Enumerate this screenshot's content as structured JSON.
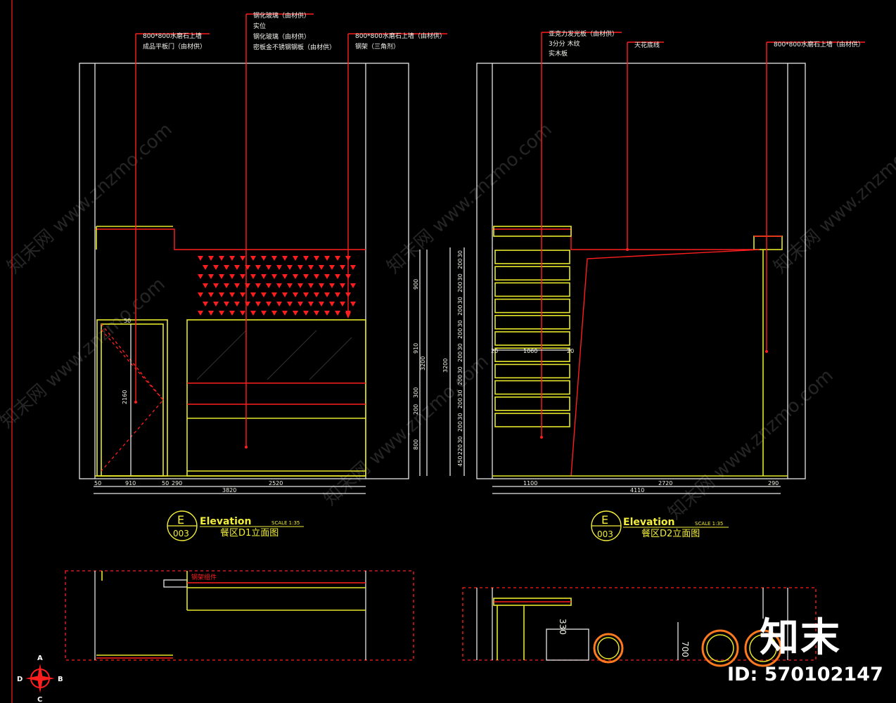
{
  "left_elevation": {
    "annotations": [
      "800*800水磨石上墙",
      "成品平板门（由材供）",
      "钢化玻璃（由材供）",
      "实位",
      "钢化玻璃（由材供）",
      "密板金不锈钢钢板（由材供）",
      "800*800水磨石上墙（由材供）",
      "钢架（三角剂）"
    ],
    "dims_horizontal": [
      "50",
      "910",
      "50",
      "290",
      "2520",
      "3820"
    ],
    "dims_vertical": [
      "900",
      "910",
      "300",
      "200",
      "800",
      "3200"
    ],
    "door_height": "2160",
    "door_top": "50",
    "label": {
      "letter": "E",
      "number": "003",
      "title": "Elevation",
      "scale": "SCALE 1:35",
      "subtitle": "餐区D1立面图"
    }
  },
  "right_elevation": {
    "annotations": [
      "亚克力发光板（由材供）",
      "3分分 木纹",
      "实木板",
      "天花底线",
      "800*800水磨石上墙（由材供）"
    ],
    "dims_horizontal": [
      "1100",
      "2720",
      "290",
      "4110"
    ],
    "shelf_dims": [
      "20",
      "1060",
      "20"
    ],
    "stack_dims": [
      "30",
      "200",
      "30",
      "200",
      "30",
      "200",
      "30",
      "200",
      "30",
      "200",
      "30",
      "200",
      "30",
      "200",
      "30",
      "200",
      "30",
      "220",
      "450"
    ],
    "total_height": "3200",
    "label": {
      "letter": "E",
      "number": "003",
      "title": "Elevation",
      "scale": "SCALE 1:35",
      "subtitle": "餐区D2立面图"
    }
  },
  "plan": {
    "text_red": "钢架组件",
    "dim_330": "330",
    "dim_700": "700"
  },
  "compass": [
    "A",
    "B",
    "C",
    "D"
  ],
  "watermarks": [
    "知末网 www.znzmo.com"
  ],
  "brand": {
    "logo": "知末",
    "id": "ID: 570102147"
  },
  "colors": {
    "yellow": "#e6e62a",
    "red": "#ff1e1e",
    "white": "#e8e8e8",
    "background": "#000000"
  }
}
